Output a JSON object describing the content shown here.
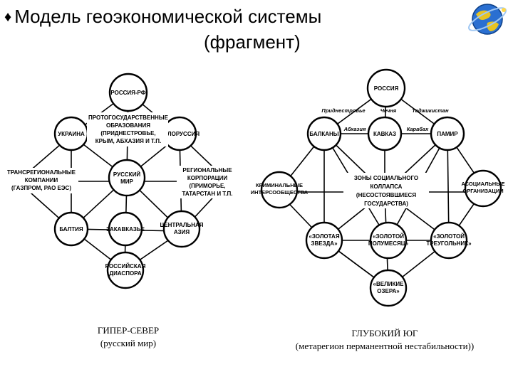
{
  "title": {
    "line1": "Модель геоэкономической системы",
    "line2": "(фрагмент)",
    "bullet": "♦"
  },
  "left_diagram": {
    "nodes": {
      "russia_rf": "РОССИЯ-РФ",
      "ukraina": "УКРАИНА",
      "belorussia": "БЕЛОРУССИЯ",
      "russkiy_mir": [
        "РУССКИЙ",
        "МИР"
      ],
      "baltia": "БАЛТИЯ",
      "zakavkazye": "ЗАКАВКАЗЬЕ",
      "central_asia": [
        "ЦЕНТРАЛЬНАЯ",
        "АЗИЯ"
      ],
      "diaspora": [
        "РОССИЙСКАЯ",
        "ДИАСПОРА"
      ]
    },
    "labels": {
      "protogos": [
        "ПРОТОГОСУДАРСТВЕННЫЕ",
        "ОБРАЗОВАНИЯ",
        "(ПРИДНЕСТРОВЬЕ,",
        "КРЫМ, АБХАЗИЯ И Т.П."
      ],
      "transregional": [
        "ТРАНСРЕГИОНАЛЬНЫЕ",
        "КОМПАНИИ",
        "(ГАЗПРОМ, РАО ЕЭС)"
      ],
      "regional": [
        "РЕГИОНАЛЬНЫЕ",
        "КОРПОРАЦИИ",
        "(ПРИМОРЬЕ,",
        "ТАТАРСТАН И Т.П."
      ]
    },
    "caption": [
      "ГИПЕР-СЕВЕР",
      "(русский мир)"
    ]
  },
  "right_diagram": {
    "nodes": {
      "rossia": "РОССИЯ",
      "balkany": "БАЛКАНЫ",
      "kavkaz": "КАВКАЗ",
      "pamir": "ПАМИР",
      "kriminal": [
        "КРИМИНАЛЬНЫЕ",
        "ИНТЕРСООБЩЕСТВА"
      ],
      "asocial": [
        "АСОЦИАЛЬНЫЕ",
        "ОРГАНИЗАЦИИ"
      ],
      "zvezda": [
        "«ЗОЛОТАЯ",
        "ЗВЕЗДА»"
      ],
      "polumesyac": [
        "«ЗОЛОТОЙ",
        "ПОЛУМЕСЯЦ»"
      ],
      "treugolnik": [
        "«ЗОЛОТОЙ",
        "ТРЕУГОЛЬНИК»"
      ],
      "ozera": [
        "«ВЕЛИКИЕ",
        "ОЗЕРА»"
      ]
    },
    "labels": {
      "zony": [
        "ЗОНЫ СОЦИАЛЬНОГО",
        "КОЛЛАПСА",
        "(НЕСОСТОЯВШИЕСЯ",
        "ГОСУДАРСТВА)"
      ],
      "pridnestrovie": "Приднестровье",
      "chechnya": "Чечня",
      "tadzhikistan": "Таджикистан",
      "abkhazia": "Абхазия",
      "karabakh": "Карабах"
    },
    "caption": [
      "ГЛУБОКИЙ ЮГ",
      "(метарегион перманентной нестабильности))"
    ]
  }
}
